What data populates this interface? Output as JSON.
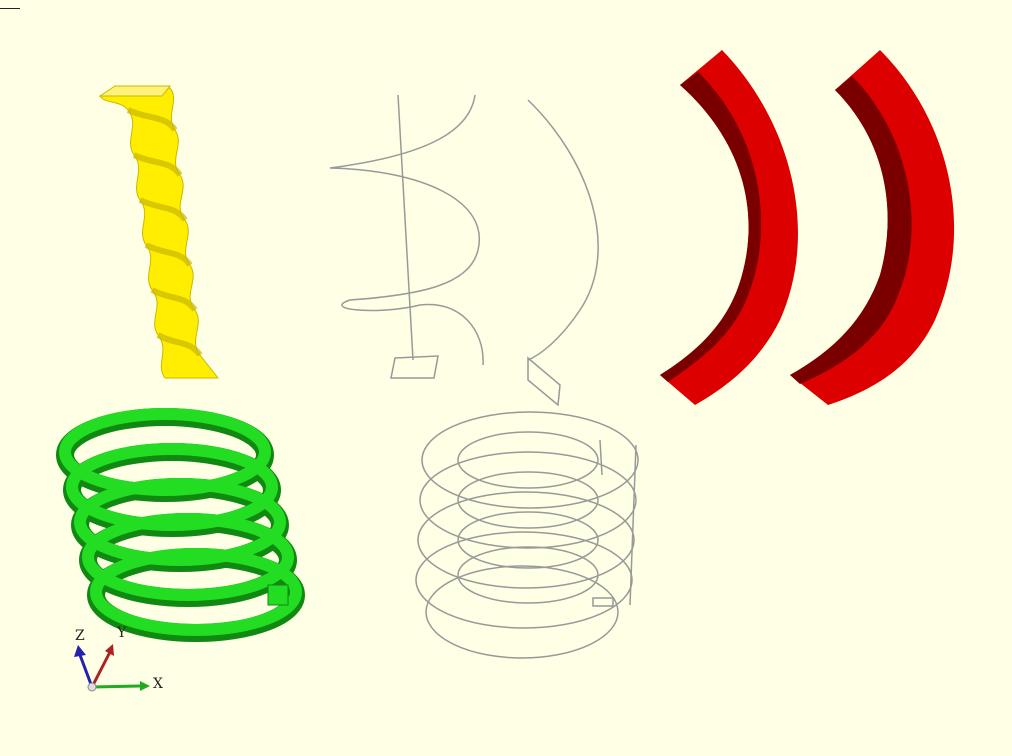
{
  "axes": {
    "x_label": "X",
    "y_label": "Y",
    "z_label": "Z",
    "x_color": "#22aa22",
    "y_color": "#aa2222",
    "z_color": "#2222aa"
  },
  "colors": {
    "background": "#ffffe5",
    "twisted_column": "#ffee00",
    "twisted_column_shade": "#c9b800",
    "arc_fill": "#dd0000",
    "arc_shade": "#7a0000",
    "spring_fill": "#22dd22",
    "spring_shade": "#118811",
    "wire": "#999999"
  },
  "objects": [
    {
      "name": "twisted-column",
      "icon": "yellow-twisted-extrusion"
    },
    {
      "name": "wire-helix-paths",
      "icon": "grey-wireframe-path"
    },
    {
      "name": "red-arc-pair",
      "icon": "red-arc-extrusion"
    },
    {
      "name": "green-spring",
      "icon": "green-coil-spring"
    },
    {
      "name": "wire-spring",
      "icon": "grey-wireframe-coil"
    }
  ]
}
